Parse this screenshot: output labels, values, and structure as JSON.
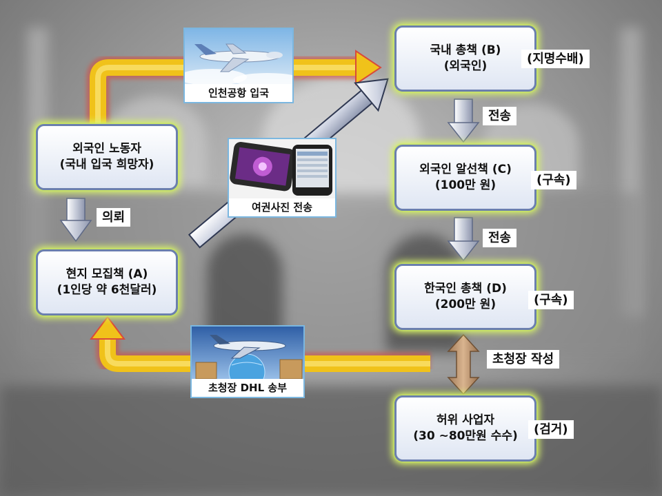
{
  "nodes": {
    "worker": {
      "line1": "외국인 노동자",
      "line2": "(국내 입국 희망자)"
    },
    "recruiter": {
      "line1": "현지 모집책 (A)",
      "line2": "(1인당 약 6천달러)"
    },
    "domestic_chief": {
      "line1": "국내  총책 (B)",
      "line2": "(외국인)"
    },
    "broker": {
      "line1": "외국인 알선책 (C)",
      "line2": "(100만 원)"
    },
    "korean_chief": {
      "line1": "한국인 총책 (D)",
      "line2": "(200만 원)"
    },
    "fake_business": {
      "line1": "허위 사업자",
      "line2": "(30 ~80만원 수수)"
    }
  },
  "labels": {
    "request": "의뢰",
    "send1": "전송",
    "send2": "전송",
    "invitation_written": "초청장 작성",
    "wanted": "(지명수배)",
    "arrest1": "(구속)",
    "arrest2": "(구속)",
    "caught": "(검거)"
  },
  "pictures": {
    "airport": {
      "caption": "인천공항 입국",
      "icon": "airplane-icon"
    },
    "phone": {
      "caption": "여권사진 전송",
      "icon": "smartphone-icon"
    },
    "dhl": {
      "caption": "초청장 DHL 송부",
      "icon": "cargo-plane-icon"
    }
  },
  "colors": {
    "gold_arrow": "#f0c41c",
    "arrow_glow": "#d94a3a",
    "node_border": "#6b7fae",
    "node_glow": "#d9f56a",
    "silver_arrow": "#b8bfd0"
  }
}
